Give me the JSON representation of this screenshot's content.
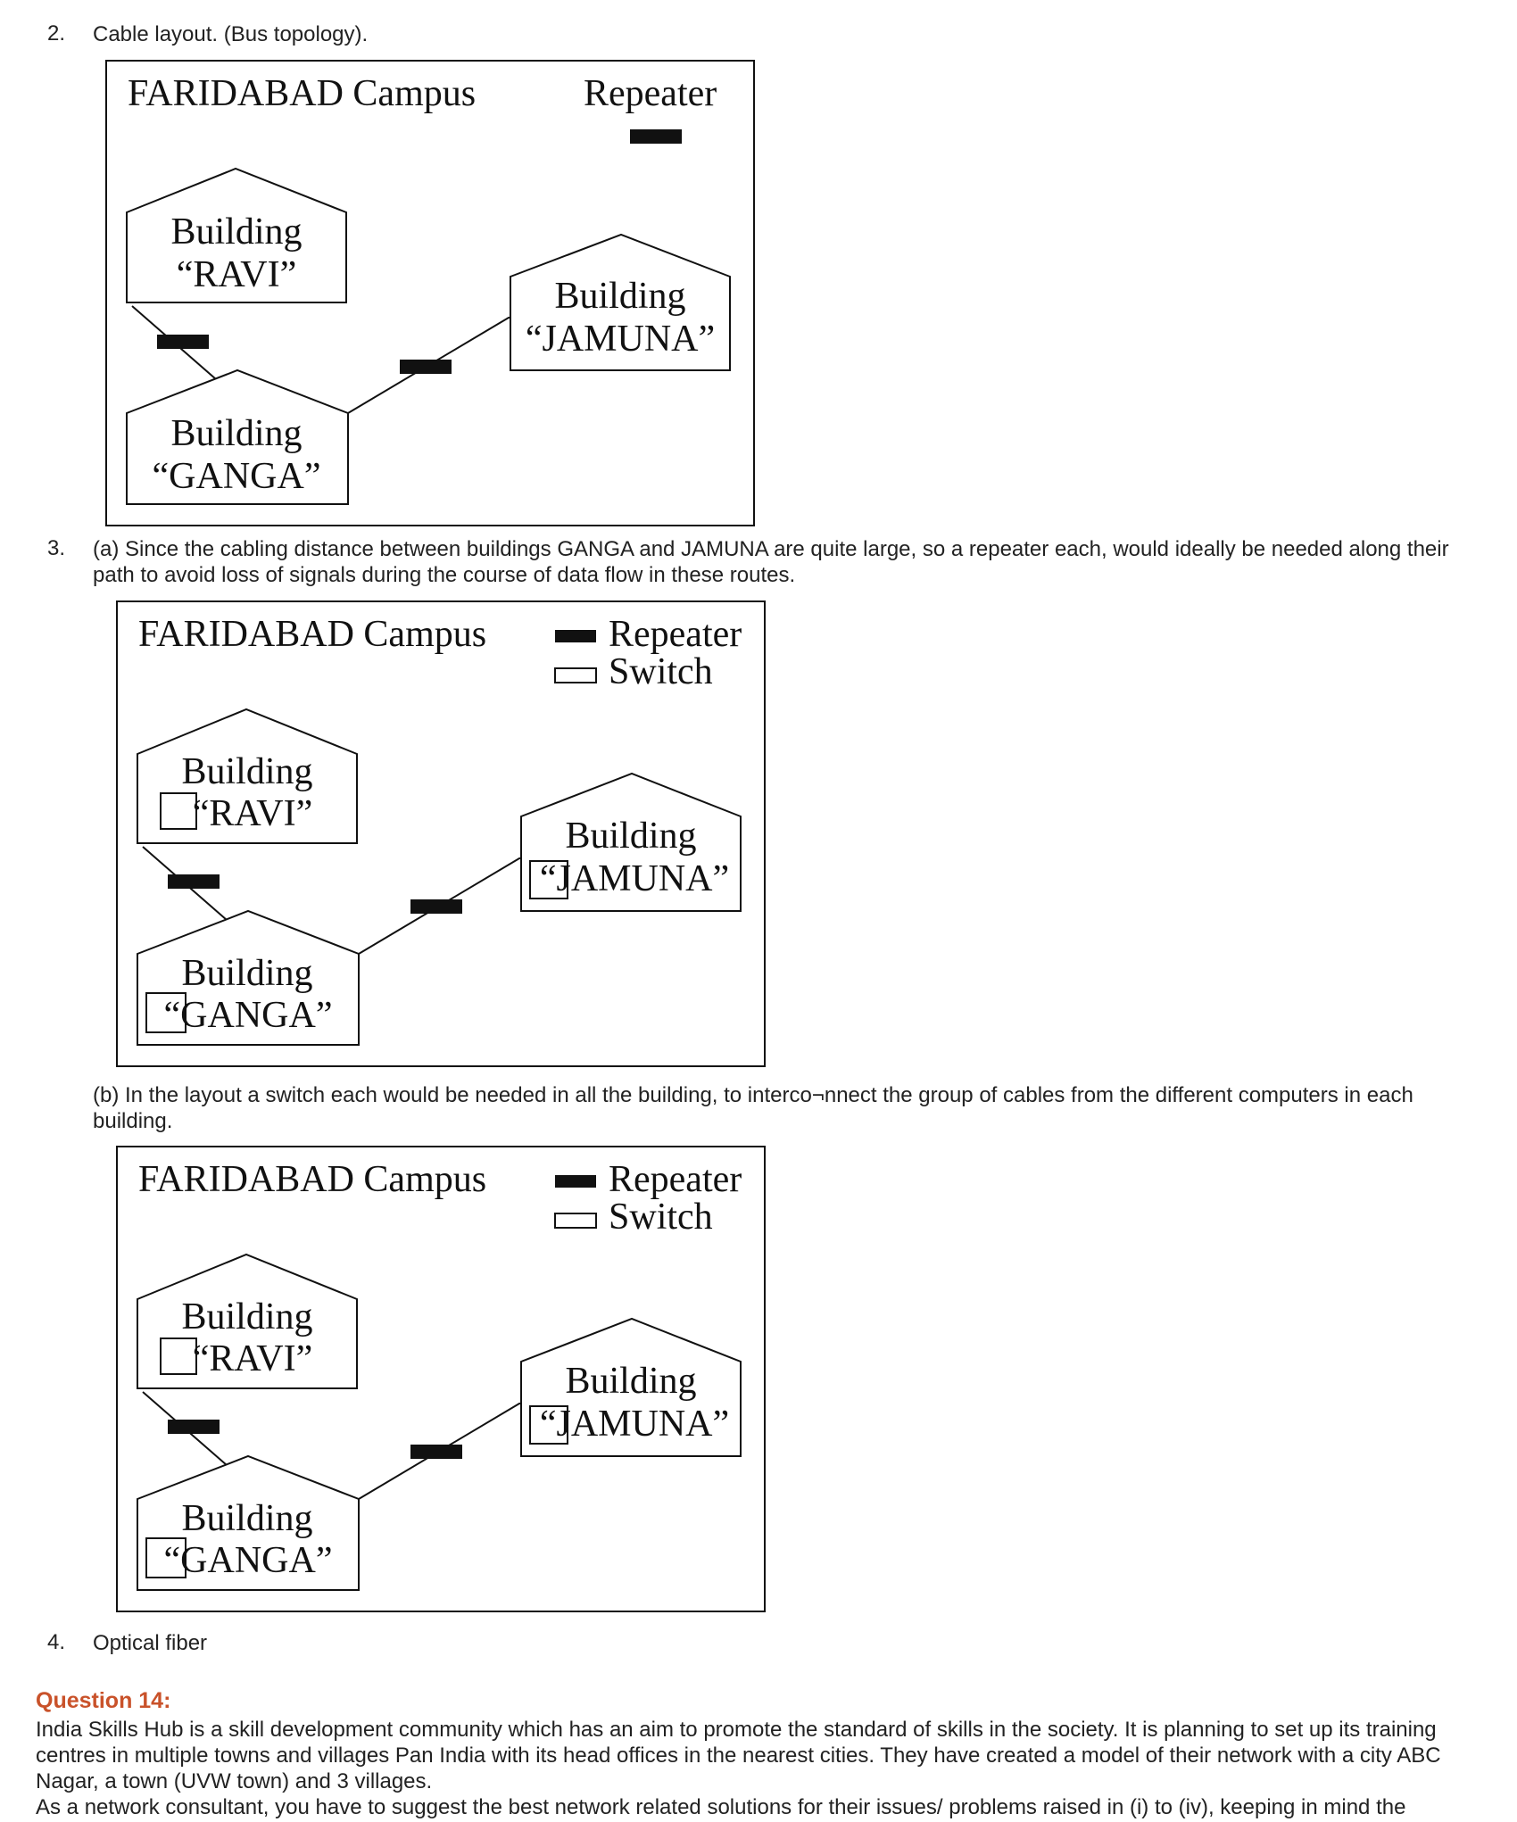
{
  "item2": {
    "number": "2.",
    "text": "Cable layout. (Bus topology)."
  },
  "item3": {
    "number": "3.",
    "text_a": "(a) Since the cabling distance between buildings GANGA and JAMUNA are quite large, so a repeater each, would ideally be needed along their path to avoid loss of signals during the course of data flow in these routes.",
    "text_b": "(b) In the layout a switch each would be needed in all the building, to interco¬nnect the group of cables from the different computers in each building."
  },
  "item4": {
    "number": "4.",
    "text": "Optical fiber"
  },
  "diagrams": {
    "campus": "FARIDABAD Campus",
    "repeater": "Repeater",
    "switch": "Switch",
    "building": "Building",
    "ravi": "“RAVI”",
    "ganga": "“GANGA”",
    "jamuna": "“JAMUNA”",
    "ravi_sw": "“RAVI”",
    "ganga_sw": "“GANGA”",
    "jamuna_sw": "“JAMUNA”"
  },
  "question14": {
    "title": "Question 14:",
    "para1": "India Skills Hub is a skill development community which has an aim to promote the standard of skills in the society. It is planning to set up its training centres in multiple towns and villages Pan India with its head offices in the nearest cities. They have created a model of their network with a city ABC Nagar, a town (UVW town) and 3 villages.",
    "para2": "As a network consultant, you have to suggest the best network related solutions for their issues/ problems raised in (i) to (iv), keeping in mind the"
  }
}
